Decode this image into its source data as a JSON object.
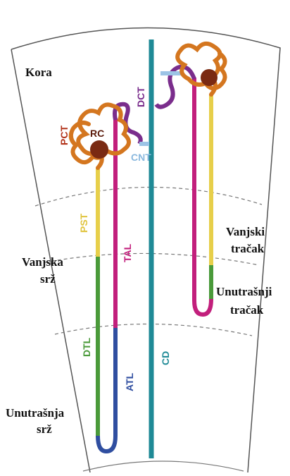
{
  "regions": {
    "cortex": "Kora",
    "outer_medulla": [
      "Vanjska",
      "srž"
    ],
    "outer_stripe": [
      "Vanjski",
      "tračak"
    ],
    "inner_stripe": [
      "Unutrašnji",
      "tračak"
    ],
    "inner_medulla": [
      "Unutrašnja",
      "srž"
    ]
  },
  "segments": {
    "pct": "PCT",
    "rc": "RC",
    "dct": "DCT",
    "cnt": "CNT",
    "pst": "PST",
    "tal": "TAL",
    "dtl": "DTL",
    "atl": "ATL",
    "cd": "CD"
  },
  "colors": {
    "proximal_convoluted": "#d4761f",
    "distal_convoluted": "#7a2d8c",
    "renal_corpuscle": "#7a2a12",
    "connecting_tubule": "#9cc4e6",
    "proximal_straight": "#e7cf4a",
    "thick_ascending": "#c21f7c",
    "thin_descending": "#4a9a3a",
    "thin_ascending": "#2f4ea0",
    "collecting_duct": "#1f8a96",
    "outline": "#555555"
  }
}
